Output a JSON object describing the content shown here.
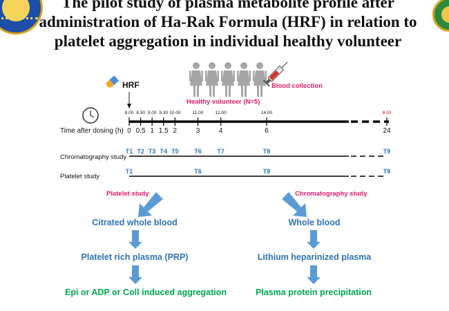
{
  "title": {
    "line1": "The pilot study of plasma metabolite profile after",
    "line2": "administration of Ha-Rak Formula (HRF) in relation to",
    "line3": "platelet aggregation in individual healthy volunteer"
  },
  "header": {
    "hrf_label": "HRF",
    "volunteer_label": "Healthy volunteer (N=5)",
    "blood_label": "Blood collection"
  },
  "timeline": {
    "axis_label": "Time after dosing (h)",
    "clock_times": [
      "8.00",
      "8.30",
      "9.00",
      "9.30",
      "10.00",
      "11.00",
      "12.00",
      "14.00",
      "8.00"
    ],
    "hours": [
      "0",
      "0.5",
      "1",
      "1.5",
      "2",
      "3",
      "4",
      "6",
      "24"
    ],
    "chromatography_label": "Chromatography study",
    "chromatography_points": [
      "T1",
      "T2",
      "T3",
      "T4",
      "T5",
      "T6",
      "T7",
      "T8",
      "T9"
    ],
    "platelet_label": "Platelet study",
    "platelet_points": [
      "T1",
      "T6",
      "T8",
      "T9"
    ]
  },
  "colors": {
    "pink": "#e0176f",
    "blue": "#2e74b5",
    "green": "#00a651",
    "arrow_blue": "#5b9bd5",
    "people_gray": "#a6a6a6",
    "last_time_red": "#c00000"
  },
  "platelet_flow": {
    "heading": "Platelet study",
    "steps": [
      "Citrated whole blood",
      "Platelet rich plasma (PRP)",
      "Epi or ADP or Coll induced aggregation"
    ]
  },
  "chromatography_flow": {
    "heading": "Chromatography study",
    "steps": [
      "Whole blood",
      "Lithium heparinized plasma",
      "Plasma protein precipitation"
    ]
  }
}
